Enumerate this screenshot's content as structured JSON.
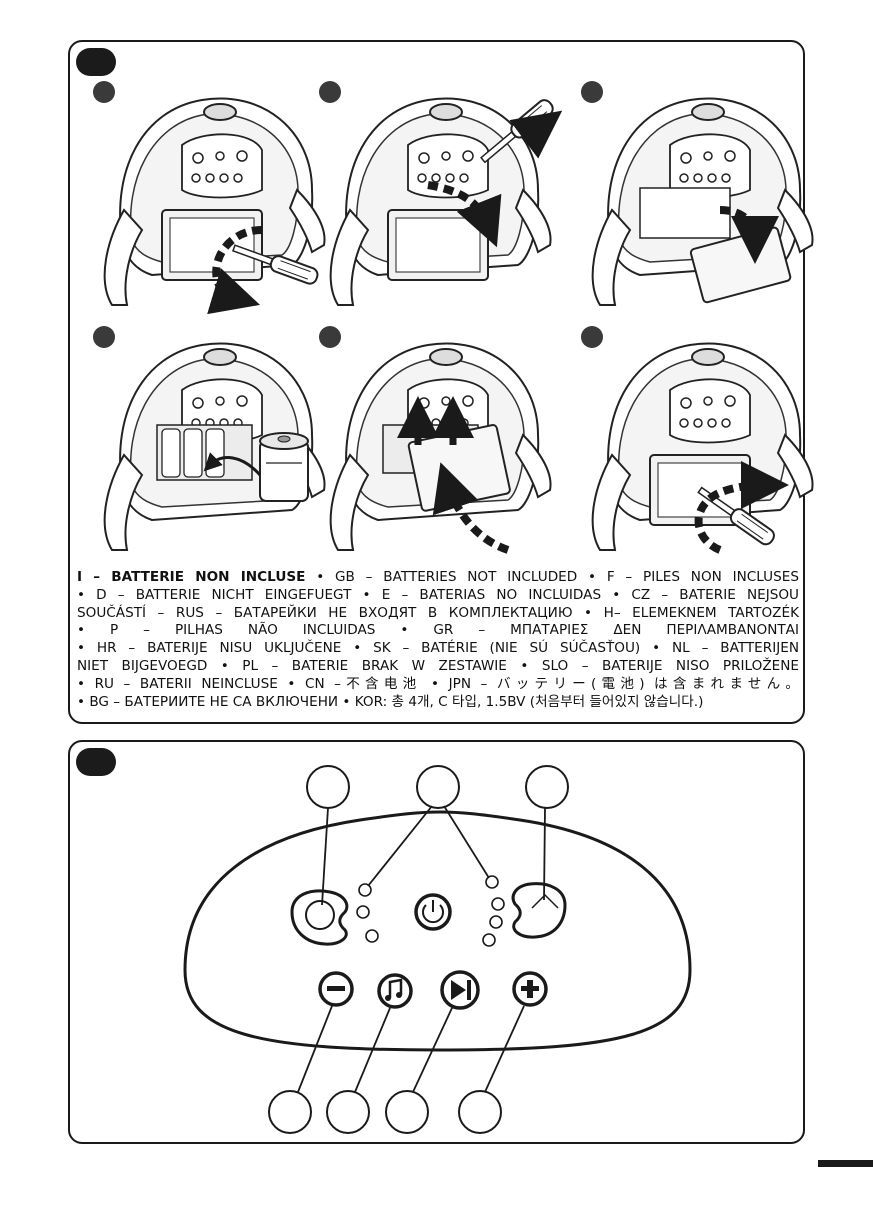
{
  "notice": {
    "lines": [
      {
        "parts": [
          {
            "text": "I – BATTERIE NON INCLUSE",
            "bold": true
          },
          {
            "text": " • GB – BATTERIES NOT INCLUDED • F – PILES NON INCLUSES",
            "bold": false
          }
        ]
      },
      {
        "parts": [
          {
            "text": "• D – BATTERIE NICHT EINGEFUEGT • E – BATERIAS NO INCLUIDAS • CZ – BATERIE NEJSOU",
            "bold": false
          }
        ]
      },
      {
        "parts": [
          {
            "text": "SOUČÁSTÍ – RUS – БАТАРЕЙКИ НЕ ВХОДЯТ В КОМПЛЕКТАЦИЮ • H– ELEMEKNEM TARTOZÉK",
            "bold": false
          }
        ]
      },
      {
        "parts": [
          {
            "text": "• P – PILHAS NÃO INCLUIDAS • GR – ΜΠΑΤΑΡΙΕΣ ΔΕΝ ΠΕΡΙΛΑΜΒΑΝΟΝΤΑΙ",
            "bold": false
          }
        ]
      },
      {
        "parts": [
          {
            "text": "• HR – BATERIJE NISU UKLJUČENE • SK – BATÉRIE (NIE SÚ SÚČASŤOU) • NL – BATTERIJEN",
            "bold": false
          }
        ]
      },
      {
        "parts": [
          {
            "text": "NIET BIJGEVOEGD  • PL – BATERIE BRAK W ZESTAWIE • SLO – BATERIJE NISO PRILOŽENE",
            "bold": false
          }
        ]
      },
      {
        "parts": [
          {
            "text": "• RU – BATERII NEINCLUSE • CN –不含电池 • JPN – バッテリー(電池) は含まれません。",
            "bold": false
          }
        ]
      },
      {
        "parts": [
          {
            "text": "• BG – БАТЕРИИТЕ НЕ СА ВКЛЮЧЕНИ • KOR: 총 4개, C 타입, 1.5BV (처음부터 들어있지 않습니다.)",
            "bold": false
          }
        ]
      }
    ]
  },
  "icons": {
    "step_dot": "step-number-dot",
    "screwdriver": "screwdriver-icon",
    "battery": "c-battery-icon",
    "arrow": "dashed-arrow-icon"
  },
  "colors": {
    "ink": "#1a1a1a",
    "tag": "#1b1b1b",
    "dot": "#3a3a3a"
  }
}
